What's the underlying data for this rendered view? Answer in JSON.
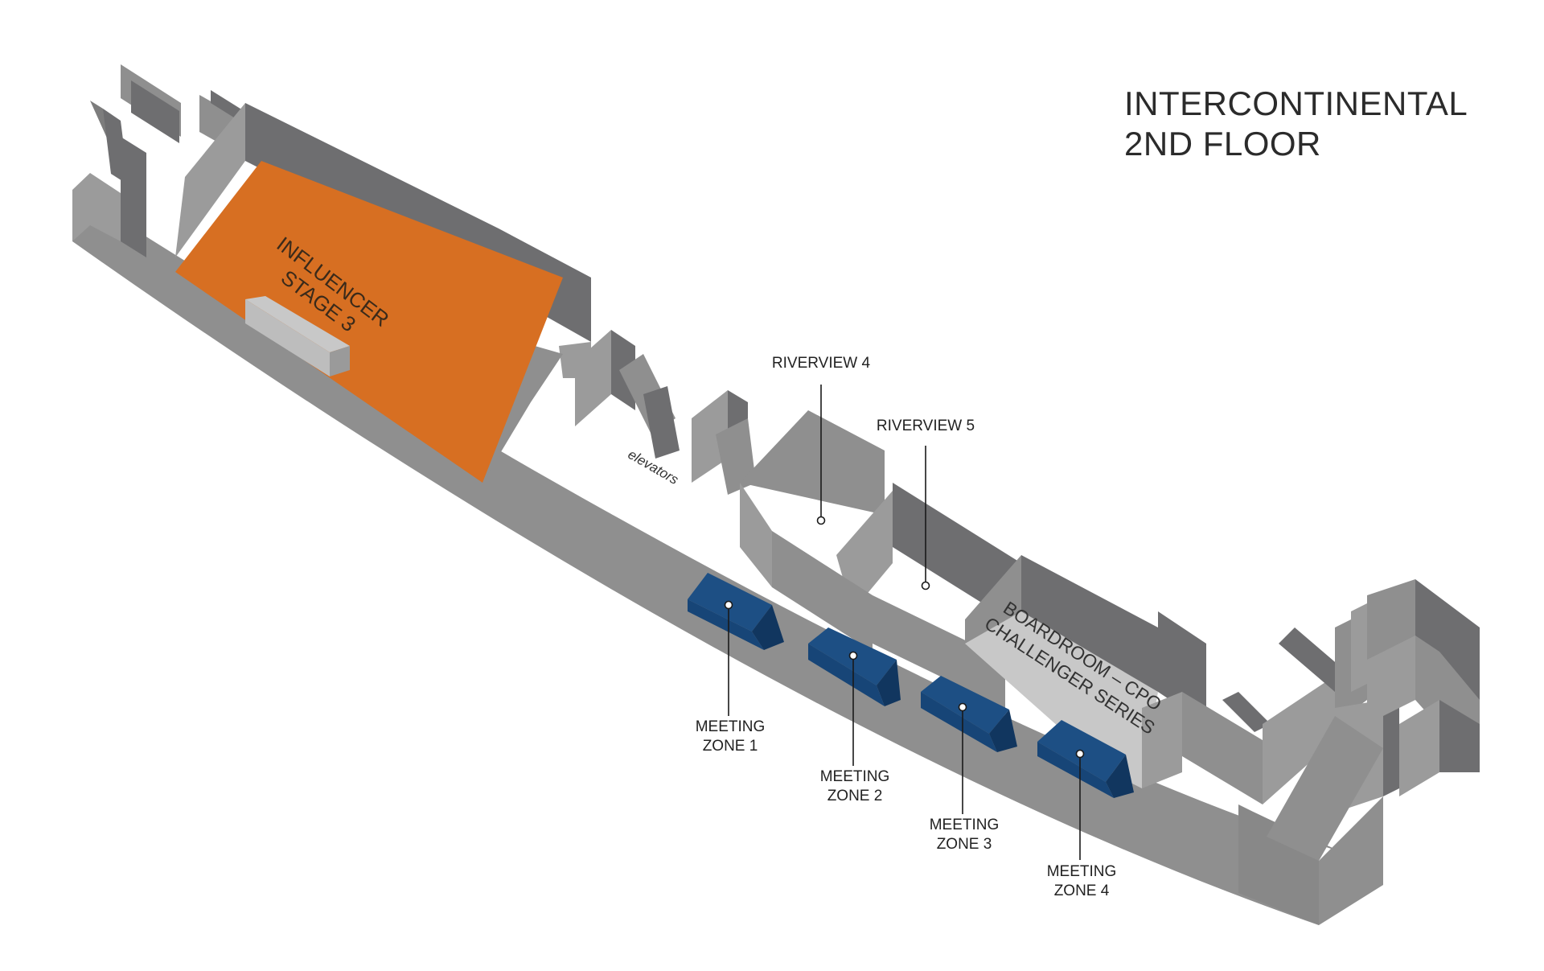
{
  "title": {
    "line1": "INTERCONTINENTAL",
    "line2": "2ND FLOOR"
  },
  "colors": {
    "wall_front": "#8f8f8f",
    "wall_dark": "#6e6e70",
    "wall_light": "#9b9b9b",
    "stage": "#d76f22",
    "meeting_top": "#1d4f84",
    "meeting_side": "#11365f",
    "boardroom_floor": "#c8c8c8"
  },
  "rooms": {
    "influencer_stage": {
      "line1": "INFLUENCER",
      "line2": "STAGE 3"
    },
    "riverview4": "RIVERVIEW 4",
    "riverview5": "RIVERVIEW 5",
    "boardroom": {
      "line1": "BOARDROOM – CPO",
      "line2": "CHALLENGER SERIES"
    },
    "elevators": "elevators"
  },
  "meeting_zones": [
    {
      "line1": "MEETING",
      "line2": "ZONE 1"
    },
    {
      "line1": "MEETING",
      "line2": "ZONE 2"
    },
    {
      "line1": "MEETING",
      "line2": "ZONE 3"
    },
    {
      "line1": "MEETING",
      "line2": "ZONE 4"
    }
  ]
}
